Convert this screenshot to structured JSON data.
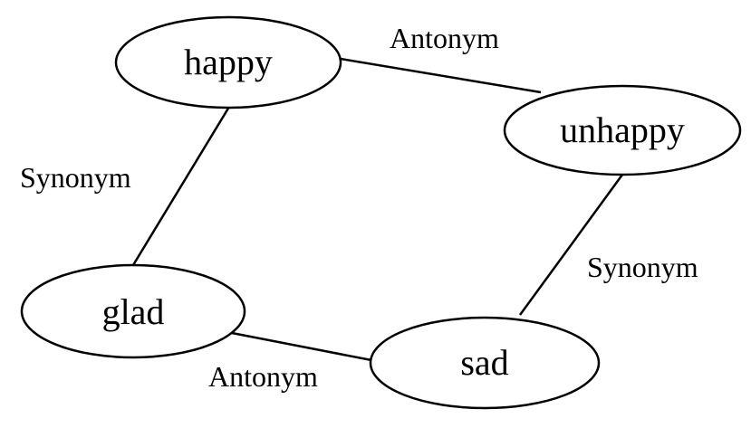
{
  "nodes": {
    "happy": "happy",
    "unhappy": "unhappy",
    "glad": "glad",
    "sad": "sad"
  },
  "edges": {
    "happy_unhappy": "Antonym",
    "happy_glad": "Synonym",
    "unhappy_sad": "Synonym",
    "glad_sad": "Antonym"
  }
}
